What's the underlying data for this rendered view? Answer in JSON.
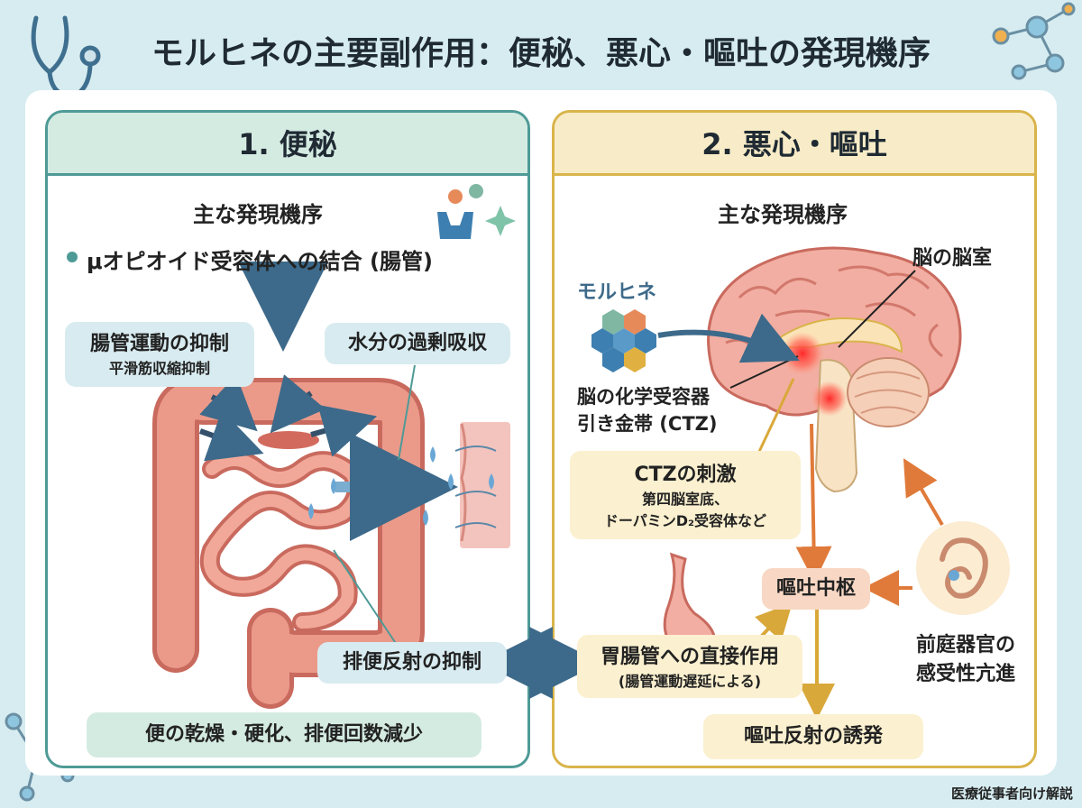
{
  "title": "モルヒネの主要副作用：便秘、悪心・嘔吐の発現機序",
  "left": {
    "header": "1. 便秘",
    "subheading": "主な発現機序",
    "bullet": "μオピオイド受容体への結合 (腸管)",
    "motility_title": "腸管運動の抑制",
    "motility_sub": "平滑筋収縮抑制",
    "water": "水分の過剰吸収",
    "reflex": "排便反射の抑制",
    "result": "便の乾燥・硬化、排便回数減少"
  },
  "right": {
    "header": "2. 悪心・嘔吐",
    "subheading": "主な発現機序",
    "drug_label": "モルヒネ",
    "ventricle": "脳の脳室",
    "ctz_label_1": "脳の化学受容器",
    "ctz_label_2": "引き金帯 (CTZ)",
    "ctz_stim_title": "CTZの刺激",
    "ctz_stim_line1": "第四脳室底、",
    "ctz_stim_line2": "ドーパミンD₂受容体など",
    "vomit_center": "嘔吐中枢",
    "gi_title": "胃腸管への直接作用",
    "gi_sub": "(腸管運動遅延による)",
    "vestibular_1": "前庭器官の",
    "vestibular_2": "感受性亢進",
    "vomit_reflex": "嘔吐反射の誘発"
  },
  "footer": "医療従事者向け解説",
  "colors": {
    "background": "#d6ecf0",
    "left_accent": "#4e9a96",
    "right_accent": "#d9b44a",
    "arrow_blue": "#3d6a8a",
    "arrow_orange": "#e07a3a",
    "intestine": "#e9897a"
  }
}
